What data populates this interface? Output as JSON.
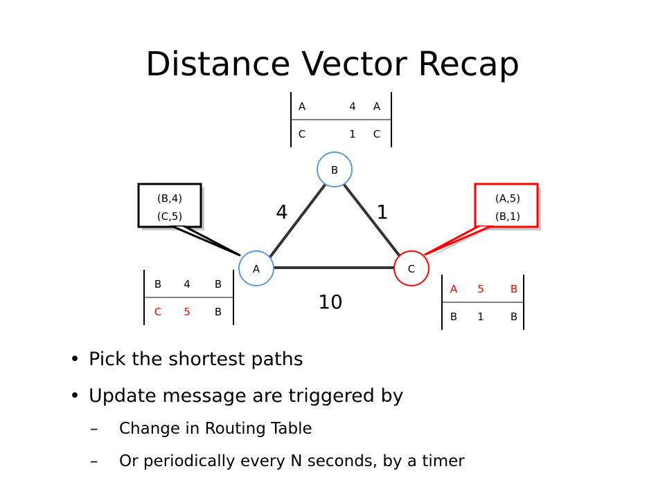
{
  "title": "Distance Vector Recap",
  "colors": {
    "highlight": "#ff0000",
    "node_border": "#5b9bd5",
    "node_c_border": "#ff0000",
    "edge": "#333333"
  },
  "nodes": {
    "a": "A",
    "b": "B",
    "c": "C"
  },
  "edges": {
    "ab": "4",
    "bc": "1",
    "ac": "10"
  },
  "tables": {
    "b": [
      [
        "A",
        "4",
        "A"
      ],
      [
        "C",
        "1",
        "C"
      ]
    ],
    "a": [
      [
        "B",
        "4",
        "B"
      ],
      [
        "C",
        "5",
        "B"
      ]
    ],
    "c": [
      [
        "A",
        "5",
        "B"
      ],
      [
        "B",
        "1",
        "B"
      ]
    ]
  },
  "messages": {
    "a": [
      "(B,4)",
      "(C,5)"
    ],
    "c": [
      "(A,5)",
      "(B,1)"
    ]
  },
  "bullets": [
    {
      "text": "Pick the shortest paths"
    },
    {
      "text": "Update message are triggered by",
      "sub": [
        "Change in Routing Table",
        "Or periodically every N seconds, by a timer"
      ]
    }
  ]
}
